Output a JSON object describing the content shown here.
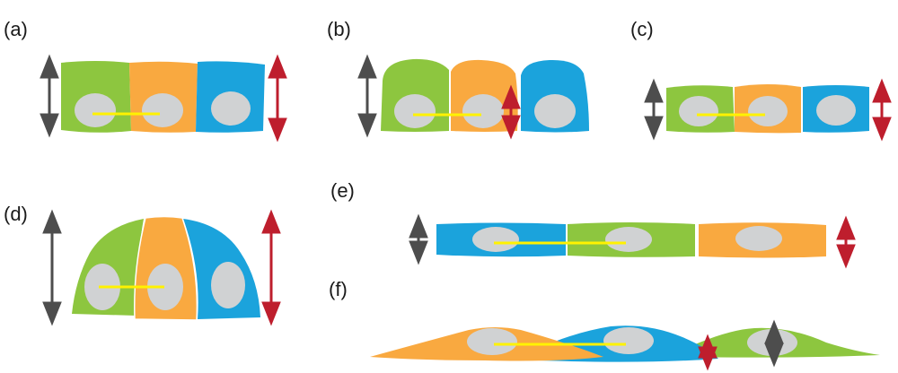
{
  "colors": {
    "green": "#8dc63f",
    "orange": "#f9a940",
    "blue": "#1ba3dc",
    "nucleus": "#d0d2d3",
    "link": "#fff200",
    "gray_arrow": "#4d4d4d",
    "red_arrow": "#be1e2d"
  },
  "panels": {
    "a": {
      "label": "(a)"
    },
    "b": {
      "label": "(b)"
    },
    "c": {
      "label": "(c)"
    },
    "d": {
      "label": "(d)"
    },
    "e": {
      "label": "(e)"
    },
    "f": {
      "label": "(f)"
    }
  }
}
